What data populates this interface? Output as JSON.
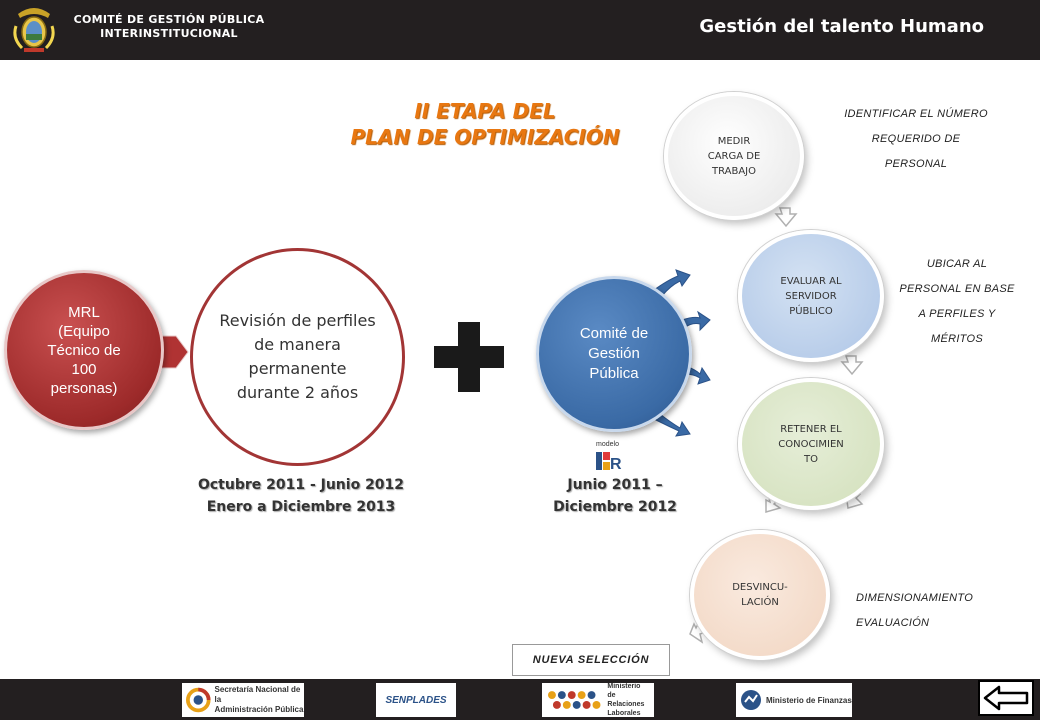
{
  "header": {
    "org_line1": "COMITÉ DE GESTIÓN PÚBLICA",
    "org_line2": "INTERINSTITUCIONAL",
    "title": "Gestión del talento Humano"
  },
  "stage_title": {
    "line1": "II ETAPA DEL",
    "line2": "PLAN DE OPTIMIZACIÓN"
  },
  "mrl": {
    "line1": "MRL",
    "line2": "(Equipo",
    "line3": "Técnico de",
    "line4": "100",
    "line5": "personas)"
  },
  "revision": {
    "text": "Revisión de perfiles de manera permanente durante 2 años"
  },
  "comite": {
    "line1": "Comité de",
    "line2": "Gestión",
    "line3": "Pública"
  },
  "modelo_logo": {
    "label": "modelo",
    "letter": "R"
  },
  "dates": {
    "left_line1": "Octubre 2011 - Junio 2012",
    "left_line2": "Enero  a  Diciembre 2013",
    "right_line1": "Junio 2011 –",
    "right_line2": "Diciembre 2012"
  },
  "steps": [
    {
      "line1": "MEDIR",
      "line2": "CARGA DE",
      "line3": "TRABAJO"
    },
    {
      "line1": "EVALUAR AL",
      "line2": "SERVIDOR",
      "line3": "PÚBLICO"
    },
    {
      "line1": "RETENER EL",
      "line2": "CONOCIMIEN",
      "line3": "TO"
    },
    {
      "line1": "DESVINCU-",
      "line2": "LACIÓN"
    }
  ],
  "descriptions": {
    "d1_line1": "IDENTIFICAR EL NÚMERO",
    "d1_line2": "REQUERIDO DE",
    "d1_line3": "PERSONAL",
    "d2_line1": "UBICAR  AL",
    "d2_line2": "PERSONAL EN BASE",
    "d2_line3": "A PERFILES Y",
    "d2_line4": "MÉRITOS",
    "d4_line1": "DIMENSIONAMIENTO",
    "d4_line2": "EVALUACIÓN"
  },
  "nueva_seleccion": "NUEVA SELECCIÓN",
  "footer": {
    "logo1_line1": "Secretaría Nacional de la",
    "logo1_line2": "Administración Pública",
    "logo2": "SENPLADES",
    "logo3_line1": "Ministerio",
    "logo3_line2": "de Relaciones",
    "logo3_line3": "Laborales",
    "logo4": "Ministerio de Finanzas"
  },
  "colors": {
    "header_bg": "#231f20",
    "accent_orange": "#e87711",
    "mrl_red": "#9d2a2a",
    "comite_blue": "#3a6aa5",
    "plus_black": "#1a1a1a"
  },
  "icons": [
    "ecuador-crest-icon",
    "plus-icon",
    "back-arrow-icon",
    "modelo-r-logo-icon"
  ]
}
